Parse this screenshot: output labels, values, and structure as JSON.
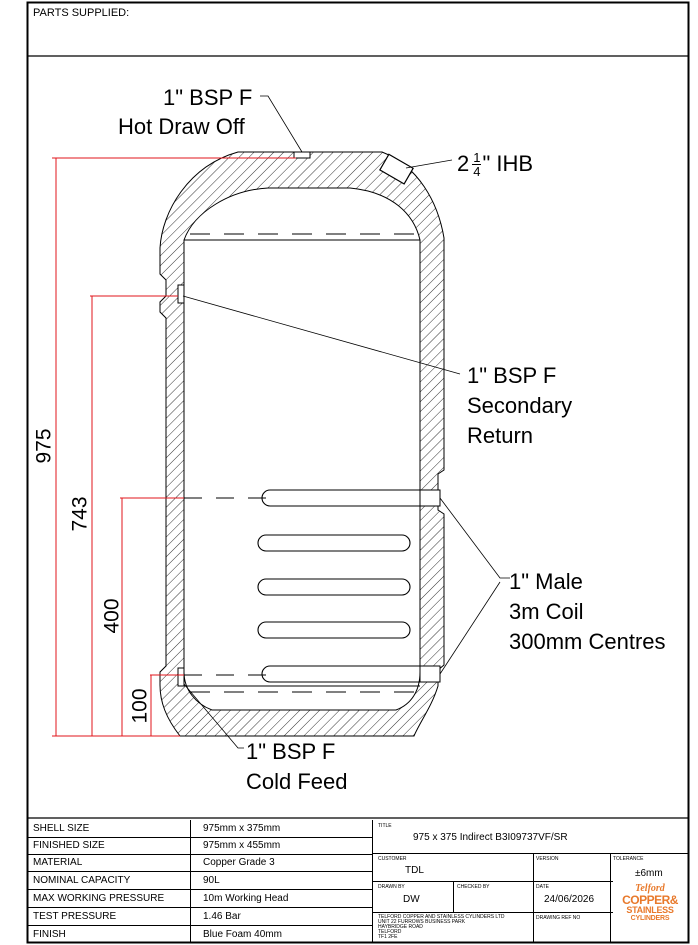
{
  "header": {
    "parts_supplied_label": "PARTS SUPPLIED:"
  },
  "callouts": {
    "hot_draw_off": {
      "line1": "1\" BSP F",
      "line2": "Hot Draw Off"
    },
    "ihb": {
      "prefix": "2",
      "frac_num": "1",
      "frac_den": "4",
      "suffix": "\" IHB"
    },
    "secondary_return": {
      "line1": "1\" BSP F",
      "line2": "Secondary",
      "line3": "Return"
    },
    "coil": {
      "line1": "1\" Male",
      "line2": "3m Coil",
      "line3": "300mm Centres"
    },
    "cold_feed": {
      "line1": "1\" BSP F",
      "line2": "Cold Feed"
    }
  },
  "dimensions": {
    "overall": "975",
    "secondary_return": "743",
    "coil_top": "400",
    "cold_feed": "100"
  },
  "spec_table": [
    {
      "label": "SHELL SIZE",
      "value": "975mm x 375mm"
    },
    {
      "label": "FINISHED SIZE",
      "value": "975mm x 455mm"
    },
    {
      "label": "MATERIAL",
      "value": "Copper Grade 3"
    },
    {
      "label": "NOMINAL CAPACITY",
      "value": "90L"
    },
    {
      "label": "MAX WORKING PRESSURE",
      "value": "10m Working Head"
    },
    {
      "label": "TEST PRESSURE",
      "value": "1.46 Bar"
    },
    {
      "label": "FINISH",
      "value": "Blue Foam 40mm"
    }
  ],
  "title_block": {
    "title_label": "TITLE",
    "title": "975 x 375 Indirect B3I09737VF/SR",
    "customer_label": "CUSTOMER",
    "customer": "TDL",
    "version_label": "VERSION",
    "tolerance_label": "TOLERANCE",
    "tolerance": "±6mm",
    "drawn_by_label": "DRAWN BY",
    "drawn_by": "DW",
    "checked_by_label": "CHECKED BY",
    "date_label": "DATE",
    "date": "24/06/2026",
    "drawing_ref_label": "DRAWING REF NO",
    "company_address": [
      "TELFORD COPPER AND STAINLESS CYLINDERS LTD",
      "UNIT 22 FURROWS BUSINESS PARK",
      "HAYBRIDGE ROAD",
      "TELFORD",
      "TF1 2FE"
    ]
  },
  "logo": {
    "line1": "Telford",
    "line2": "COPPER&",
    "line3": "STAINLESS",
    "line4": "CYLINDERS"
  },
  "colors": {
    "dimension_red": "#e0161b",
    "logo_orange": "#e8792b",
    "line": "#000000"
  }
}
